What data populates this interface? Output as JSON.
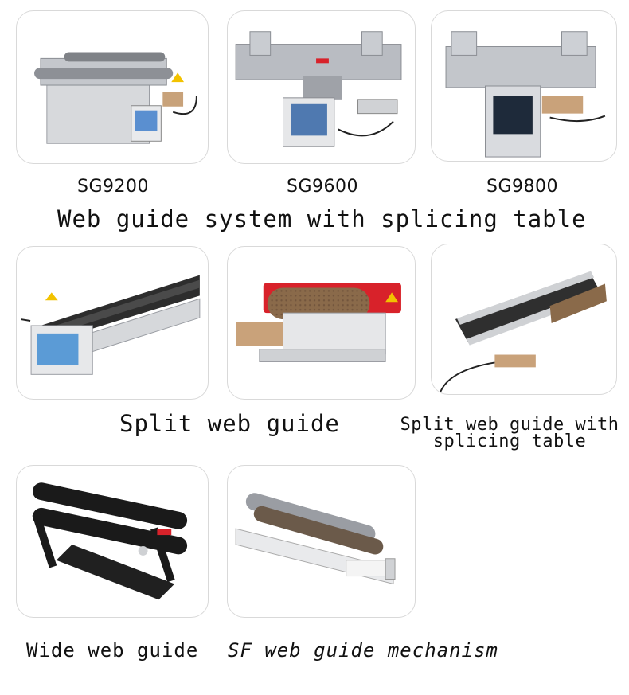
{
  "products": {
    "sg9200": {
      "model": "SG9200"
    },
    "sg9600": {
      "model": "SG9600"
    },
    "sg9800": {
      "model": "SG9800"
    }
  },
  "captions": {
    "splicing_row": "Web guide system with splicing table",
    "split": "Split web guide",
    "split_splicing_line1": "Split web guide with",
    "split_splicing_line2": "splicing table",
    "wide": "Wide web guide",
    "sf": "SF web guide mechanism"
  },
  "colors": {
    "accent_red": "#d8222a",
    "steel": "#b9bcc2",
    "roller": "#6b6b6b",
    "cork": "#8a6a4a",
    "black": "#1a1a1a"
  }
}
